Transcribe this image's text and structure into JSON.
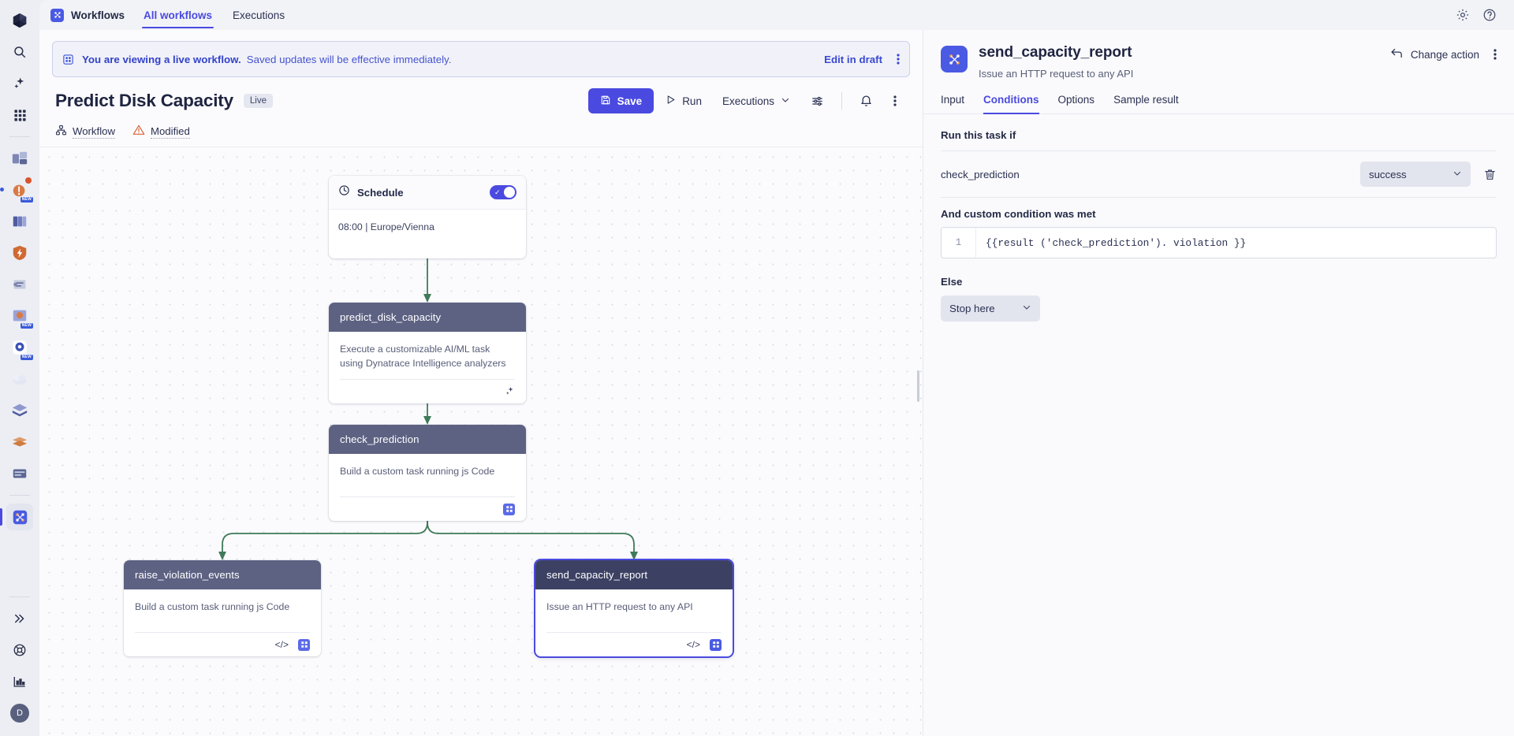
{
  "topbar": {
    "app_icon": "workflows-app-icon",
    "title": "Workflows",
    "tabs": [
      {
        "label": "All workflows",
        "active": true
      },
      {
        "label": "Executions",
        "active": false
      }
    ],
    "settings_icon": "gear-icon",
    "help_icon": "help-circle-icon"
  },
  "rail": {
    "logo": "dynatrace-logo",
    "items": [
      {
        "name": "search-icon",
        "glyph": "search"
      },
      {
        "name": "ai-sparkles-icon",
        "glyph": "sparkles"
      },
      {
        "name": "apps-grid-icon",
        "glyph": "grid"
      },
      {
        "name": "dashboards-icon",
        "glyph": "dashboards"
      },
      {
        "name": "problems-icon",
        "glyph": "problems",
        "badge": "NEW",
        "alert": true,
        "active_dot": true
      },
      {
        "name": "logs-icon",
        "glyph": "logs"
      },
      {
        "name": "security-shield-icon",
        "glyph": "shield"
      },
      {
        "name": "distributed-tracing-icon",
        "glyph": "traces"
      },
      {
        "name": "kubernetes-icon",
        "glyph": "k8s",
        "badge": "NEW"
      },
      {
        "name": "settings-app-icon",
        "glyph": "settings-app",
        "badge": "NEW"
      },
      {
        "name": "cloud-icon",
        "glyph": "cloud"
      },
      {
        "name": "data-layers-icon",
        "glyph": "layers"
      },
      {
        "name": "notebooks-icon",
        "glyph": "notebooks"
      },
      {
        "name": "databases-icon",
        "glyph": "databases"
      },
      {
        "name": "workflows-app-icon",
        "glyph": "workflows",
        "active": true
      }
    ],
    "bottom": [
      {
        "name": "expand-rail-icon",
        "glyph": "chevrons-right"
      },
      {
        "name": "support-lifebuoy-icon",
        "glyph": "lifebuoy"
      },
      {
        "name": "usage-chart-icon",
        "glyph": "chart"
      },
      {
        "name": "user-avatar",
        "glyph": "avatar",
        "initial": "D"
      }
    ]
  },
  "banner": {
    "icon": "workflow-tile-icon",
    "strong": "You are viewing a live workflow.",
    "text": "Saved updates will be effective immediately.",
    "link": "Edit in draft",
    "kebab": "more-options-icon"
  },
  "workflow": {
    "title": "Predict Disk Capacity",
    "status_badge": "Live",
    "save_label": "Save",
    "run_label": "Run",
    "executions_label": "Executions",
    "save_icon": "save-disk-icon",
    "run_icon": "play-icon",
    "executions_chevron": "chevron-down-icon",
    "settings_sliders_icon": "sliders-icon",
    "bell_icon": "bell-icon",
    "kebab_icon": "more-options-icon",
    "sub_items": [
      {
        "label": "Workflow",
        "icon": "hierarchy-icon"
      },
      {
        "label": "Modified",
        "icon": "warning-triangle-icon"
      }
    ]
  },
  "flow": {
    "trigger": {
      "name": "schedule-node",
      "title": "Schedule",
      "icon": "clock-icon",
      "enabled": true,
      "detail": "08:00 | Europe/Vienna"
    },
    "nodes": [
      {
        "name": "predict-disk-capacity-node",
        "title": "predict_disk_capacity",
        "desc": "Execute a customizable AI/ML task using Dynatrace Intelligence analyzers",
        "icons": [
          "sparkles-icon"
        ],
        "selected": false
      },
      {
        "name": "check-prediction-node",
        "title": "check_prediction",
        "desc": "Build a custom task running js Code",
        "icons": [
          "tile-icon"
        ],
        "selected": false
      },
      {
        "name": "raise-violation-events-node",
        "title": "raise_violation_events",
        "desc": "Build a custom task running js Code",
        "icons": [
          "code-icon",
          "tile-icon"
        ],
        "selected": false
      },
      {
        "name": "send-capacity-report-node",
        "title": "send_capacity_report",
        "desc": "Issue an HTTP request to any API",
        "icons": [
          "code-icon",
          "tile-icon"
        ],
        "selected": true
      }
    ]
  },
  "panel": {
    "icon": "http-action-icon",
    "title": "send_capacity_report",
    "subtitle": "Issue an HTTP request to any API",
    "change_action": "Change action",
    "back_icon": "arrow-back-icon",
    "kebab_icon": "more-options-icon",
    "tabs": [
      {
        "label": "Input",
        "active": false
      },
      {
        "label": "Conditions",
        "active": true
      },
      {
        "label": "Options",
        "active": false
      },
      {
        "label": "Sample result",
        "active": false
      }
    ],
    "run_if_label": "Run this task if",
    "condition": {
      "task": "check_prediction",
      "state": "success",
      "chevron": "chevron-down-icon",
      "delete_icon": "trash-icon"
    },
    "custom_condition_label": "And custom condition was met",
    "code": {
      "line_number": "1",
      "expression": "{{result ('check_prediction'). violation }}"
    },
    "else_label": "Else",
    "else_value": "Stop here",
    "else_chevron": "chevron-down-icon"
  }
}
